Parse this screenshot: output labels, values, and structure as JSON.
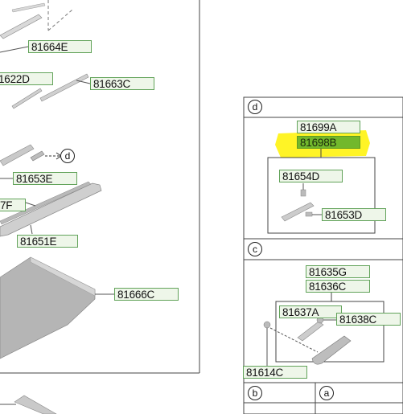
{
  "labels": {
    "p81664E": "81664E",
    "p81622D": "1622D",
    "p81663C": "81663C",
    "p81653E": "81653E",
    "p817F": "7F",
    "p81651E": "81651E",
    "p81666C": "81666C",
    "d81699A": "81699A",
    "d81698B": "81698B",
    "d81654D": "81654D",
    "d81653D": "81653D",
    "c81635G": "81635G",
    "c81636C": "81636C",
    "c81637A": "81637A",
    "c81638C": "81638C",
    "c81614C": "81614C"
  },
  "callouts": {
    "d_main": "d",
    "d_panel": "d",
    "c_panel": "c",
    "b_panel": "b",
    "a_panel": "a"
  },
  "colors": {
    "label_border": "#62a35a",
    "label_fill": "#eef6e9",
    "selected_fill": "#72b82c",
    "highlight": "#fff200"
  }
}
